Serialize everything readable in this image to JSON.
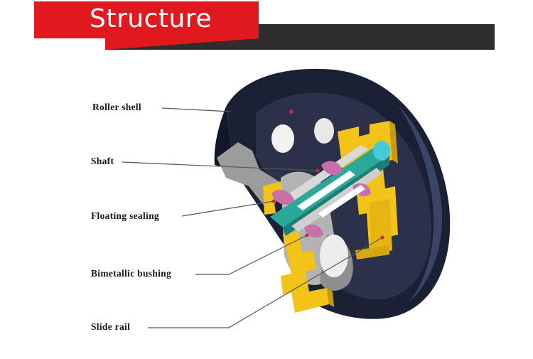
{
  "header": {
    "title": "Structure"
  },
  "labels": {
    "roller_shell": "Roller shell",
    "shaft": "Shaft",
    "floating_sealing": "Floating sealing",
    "bimetallic_bushing": "Bimetallic bushing",
    "slide_rail": "Slide rail"
  },
  "colors": {
    "accent_red": "#e0191f",
    "header_dark": "#2e2e2e",
    "shell": "#1c2235",
    "shaft": "#2aa89a",
    "bracket": "#f2c318",
    "hub": "#a9a9a9"
  }
}
